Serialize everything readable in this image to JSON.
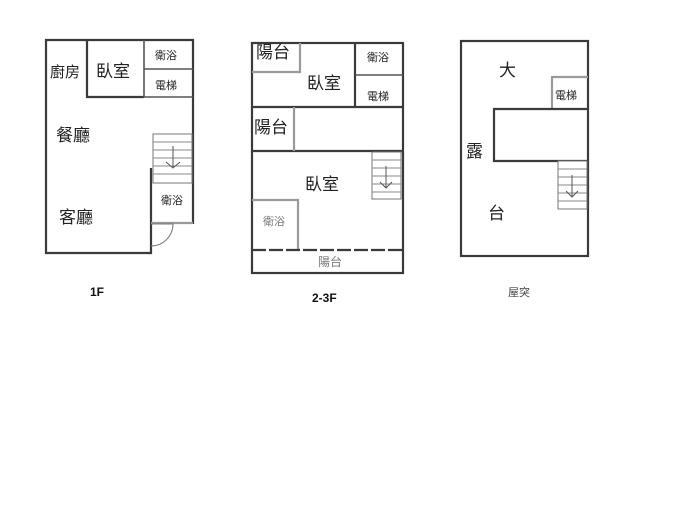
{
  "floors": [
    {
      "label": "1F",
      "rooms": {
        "kitchen": "廚房",
        "bedroom": "臥室",
        "bath_top": "衛浴",
        "elevator": "電梯",
        "dining": "餐廳",
        "bath_bottom": "衛浴",
        "living": "客廳"
      }
    },
    {
      "label": "2-3F",
      "rooms": {
        "balcony_top": "陽台",
        "bedroom_top": "臥室",
        "bath_top": "衛浴",
        "elevator": "電梯",
        "balcony_mid": "陽台",
        "bedroom_main": "臥室",
        "bath_bottom": "衛浴",
        "balcony_bottom": "陽台"
      }
    },
    {
      "label": "屋突",
      "rooms": {
        "terrace_1": "大",
        "terrace_2": "露",
        "terrace_3": "台",
        "elevator": "電梯"
      }
    }
  ],
  "icons": {
    "stair_arrow": "down-arrow"
  }
}
